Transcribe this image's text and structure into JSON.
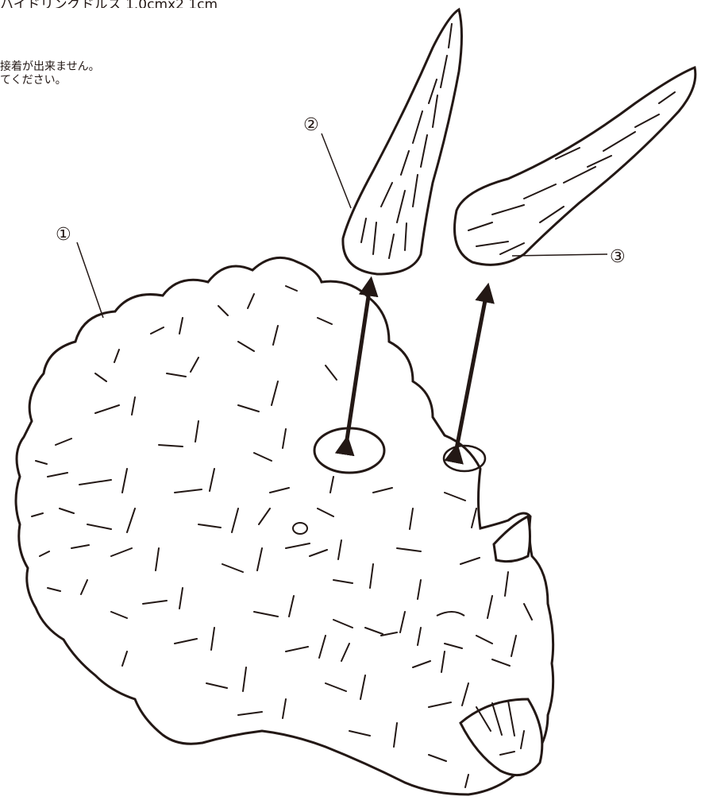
{
  "header_fragment": "ハイドリングドルス 1.0cmx2 1cm",
  "instructions": {
    "line1": "接着が出来ません。",
    "line2": "てください。"
  },
  "callouts": {
    "part1": "①",
    "part2": "②",
    "part3": "③"
  },
  "colors": {
    "ink": "#231815",
    "paper": "#ffffff"
  }
}
